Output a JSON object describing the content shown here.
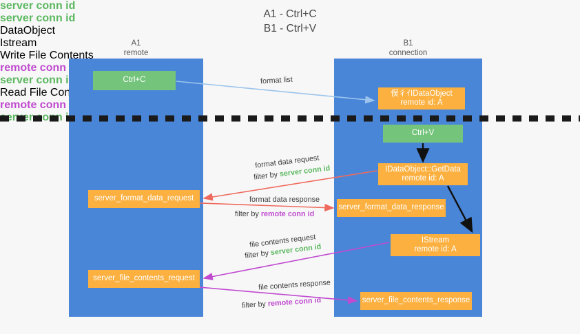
{
  "title_lines": [
    "A1 - Ctrl+C",
    "B1 - Ctrl+V"
  ],
  "colors": {
    "lane": "#4a86d8",
    "orange": "#fbb040",
    "green_box": "#74c47c",
    "green_text": "#5cb860",
    "purple_text": "#c04bd0",
    "background": "#f7f7f7",
    "divider": "#1a1a1a"
  },
  "lanes": [
    {
      "id": "a1",
      "title": "A1",
      "subtitle": "remote"
    },
    {
      "id": "b1",
      "title": "B1",
      "subtitle": "connection"
    }
  ],
  "nodes": {
    "ctrl_c": {
      "label": "Ctrl+C"
    },
    "idataobject": {
      "line1": "俣彳ｲIDataObject",
      "line2": "remote id: A"
    },
    "ctrl_v": {
      "label": "Ctrl+V"
    },
    "getdata": {
      "line1": "IDataObject::GetData",
      "line2": "remote id: A"
    },
    "format_data_request": {
      "label": "server_format_data_request"
    },
    "format_data_response": {
      "label": "server_format_data_response"
    },
    "istream": {
      "line1": "IStream",
      "line2": "remote id: A"
    },
    "file_contents_request": {
      "label": "server_file_contents_request"
    },
    "file_contents_response": {
      "label": "server_file_contents_response"
    }
  },
  "edges": {
    "format_list": "format list",
    "format_data_request": "format data request",
    "format_data_request_filter_prefix": "filter by ",
    "format_data_request_filter_key": "server conn id",
    "format_data_response": "format data response",
    "format_data_response_filter_prefix": "filter by ",
    "format_data_response_filter_key": "remote conn id",
    "file_contents_request": "file contents request",
    "file_contents_request_filter_prefix": "filter by ",
    "file_contents_request_filter_key": "server conn id",
    "file_contents_response": "file contents response",
    "file_contents_response_filter_prefix": "filter by ",
    "file_contents_response_filter_key": "remote conn id"
  },
  "annotations_right": [
    {
      "text": "server conn id",
      "kind": "green"
    },
    {
      "text": "server conn id",
      "kind": "green"
    },
    {
      "text": "DataObject",
      "kind": "plain"
    },
    {
      "text": "Istream",
      "kind": "plain"
    },
    {
      "text": "Write File Contents",
      "kind": "plain"
    }
  ],
  "annotations_left": {
    "group1_remote": "remote conn id",
    "group1_server": "server conn id",
    "read_file_contents": "Read File Contents",
    "group2_remote": "remote conn id",
    "group2_server": "server conn id"
  }
}
